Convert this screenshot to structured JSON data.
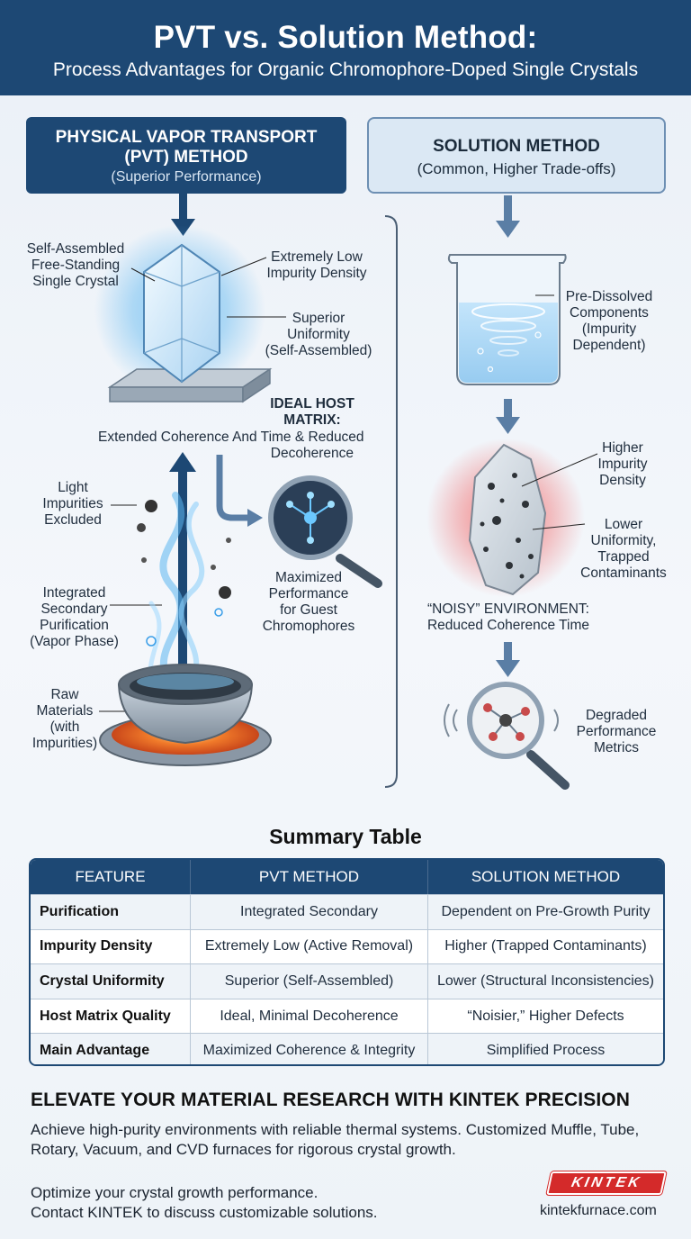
{
  "header": {
    "title": "PVT vs. Solution Method:",
    "subtitle": "Process Advantages for Organic Chromophore-Doped Single Crystals"
  },
  "pvt": {
    "title_line1": "PHYSICAL VAPOR TRANSPORT",
    "title_line2": "(PVT) METHOD",
    "subtitle": "(Superior Performance)",
    "label_crystal": [
      "Self-Assembled",
      "Free-Standing",
      "Single Crystal"
    ],
    "label_impurity": [
      "Extremely Low",
      "Impurity Density"
    ],
    "label_uniformity": [
      "Superior",
      "Uniformity",
      "(Self-Assembled)"
    ],
    "label_host_1": "IDEAL HOST",
    "label_host_2": "MATRIX:",
    "label_coherence_1": "Extended Coherence And Time & Reduced",
    "label_coherence_2": "Decoherence",
    "label_light": [
      "Light",
      "Impurities",
      "Excluded"
    ],
    "label_performance": [
      "Maximized",
      "Performance",
      "for Guest",
      "Chromophores"
    ],
    "label_secondary": [
      "Integrated",
      "Secondary",
      "Purification",
      "(Vapor Phase)"
    ],
    "label_raw": [
      "Raw",
      "Materials",
      "(with",
      "Impurities)"
    ]
  },
  "solution": {
    "title": "SOLUTION METHOD",
    "subtitle": "(Common, Higher Trade-offs)",
    "label_dissolved": [
      "Pre-Dissolved",
      "Components",
      "(Impurity",
      "Dependent)"
    ],
    "label_higher": [
      "Higher",
      "Impurity",
      "Density"
    ],
    "label_lower": [
      "Lower",
      "Uniformity,",
      "Trapped",
      "Contaminants"
    ],
    "label_noisy_1": "“NOISY” ENVIRONMENT:",
    "label_noisy_2": "Reduced Coherence Time",
    "label_degraded": [
      "Degraded",
      "Performance",
      "Metrics"
    ]
  },
  "summary": {
    "title": "Summary Table",
    "headers": [
      "FEATURE",
      "PVT METHOD",
      "SOLUTION METHOD"
    ],
    "rows": [
      [
        "Purification",
        "Integrated Secondary",
        "Dependent on Pre-Growth Purity"
      ],
      [
        "Impurity Density",
        "Extremely Low (Active Removal)",
        "Higher (Trapped Contaminants)"
      ],
      [
        "Crystal Uniformity",
        "Superior (Self-Assembled)",
        "Lower (Structural Inconsistencies)"
      ],
      [
        "Host Matrix Quality",
        "Ideal, Minimal Decoherence",
        "“Noisier,” Higher Defects"
      ],
      [
        "Main Advantage",
        "Maximized Coherence & Integrity",
        "Simplified Process"
      ]
    ]
  },
  "footer": {
    "title": "ELEVATE YOUR MATERIAL RESEARCH WITH KINTEK PRECISION",
    "text": "Achieve high-purity environments with reliable thermal systems. Customized Muffle, Tube, Rotary, Vacuum, and CVD furnaces for rigorous crystal growth.",
    "cta_1": "Optimize your crystal growth performance.",
    "cta_2": "Contact KINTEK to discuss customizable solutions.",
    "logo": "KINTEK",
    "site": "kintekfurnace.com"
  },
  "colors": {
    "navy": "#1d4874",
    "light_blue": "#dbe8f4",
    "glow_blue": "#5bb6f0",
    "glow_red": "#f05a5a",
    "furnace_orange": "#f07a2a"
  }
}
